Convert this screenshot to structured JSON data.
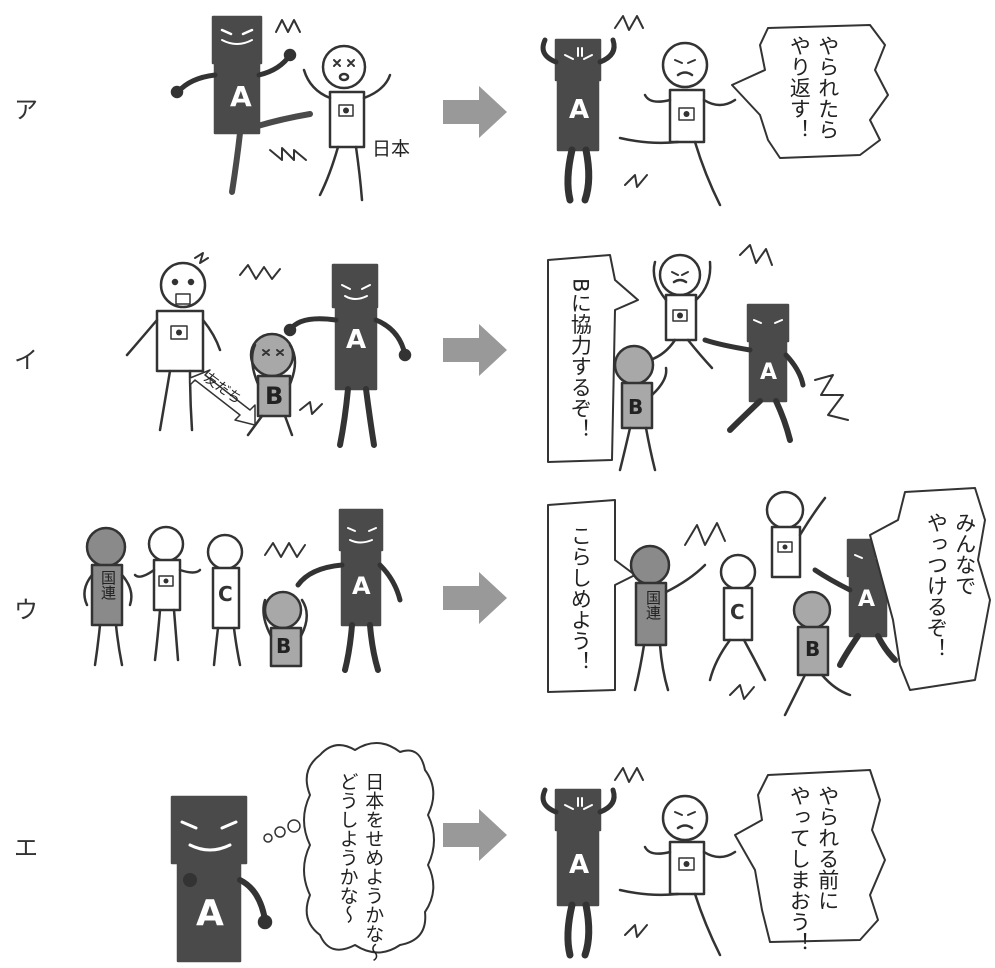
{
  "row_labels": [
    "ア",
    "イ",
    "ウ",
    "エ"
  ],
  "labels": {
    "country_a": "A",
    "country_b": "B",
    "country_c": "C",
    "japan": "日本",
    "un": "国連",
    "friends": "友だち"
  },
  "bubbles": {
    "a": "やられたら\nやり返す！",
    "i": "Bに協力するぞ！",
    "u_left": "こらしめよう！",
    "u_right": "みんなで\nやっつけるぞ！",
    "e_thought": "日本をせめようかな〜\nどうしようかな〜",
    "e": "やられる前に\nやってしまおう！"
  },
  "colors": {
    "country_a": "#4a4a4a",
    "country_b": "#a8a8a8",
    "un": "#8a8a8a",
    "arrow": "#999999",
    "outline": "#333333"
  }
}
